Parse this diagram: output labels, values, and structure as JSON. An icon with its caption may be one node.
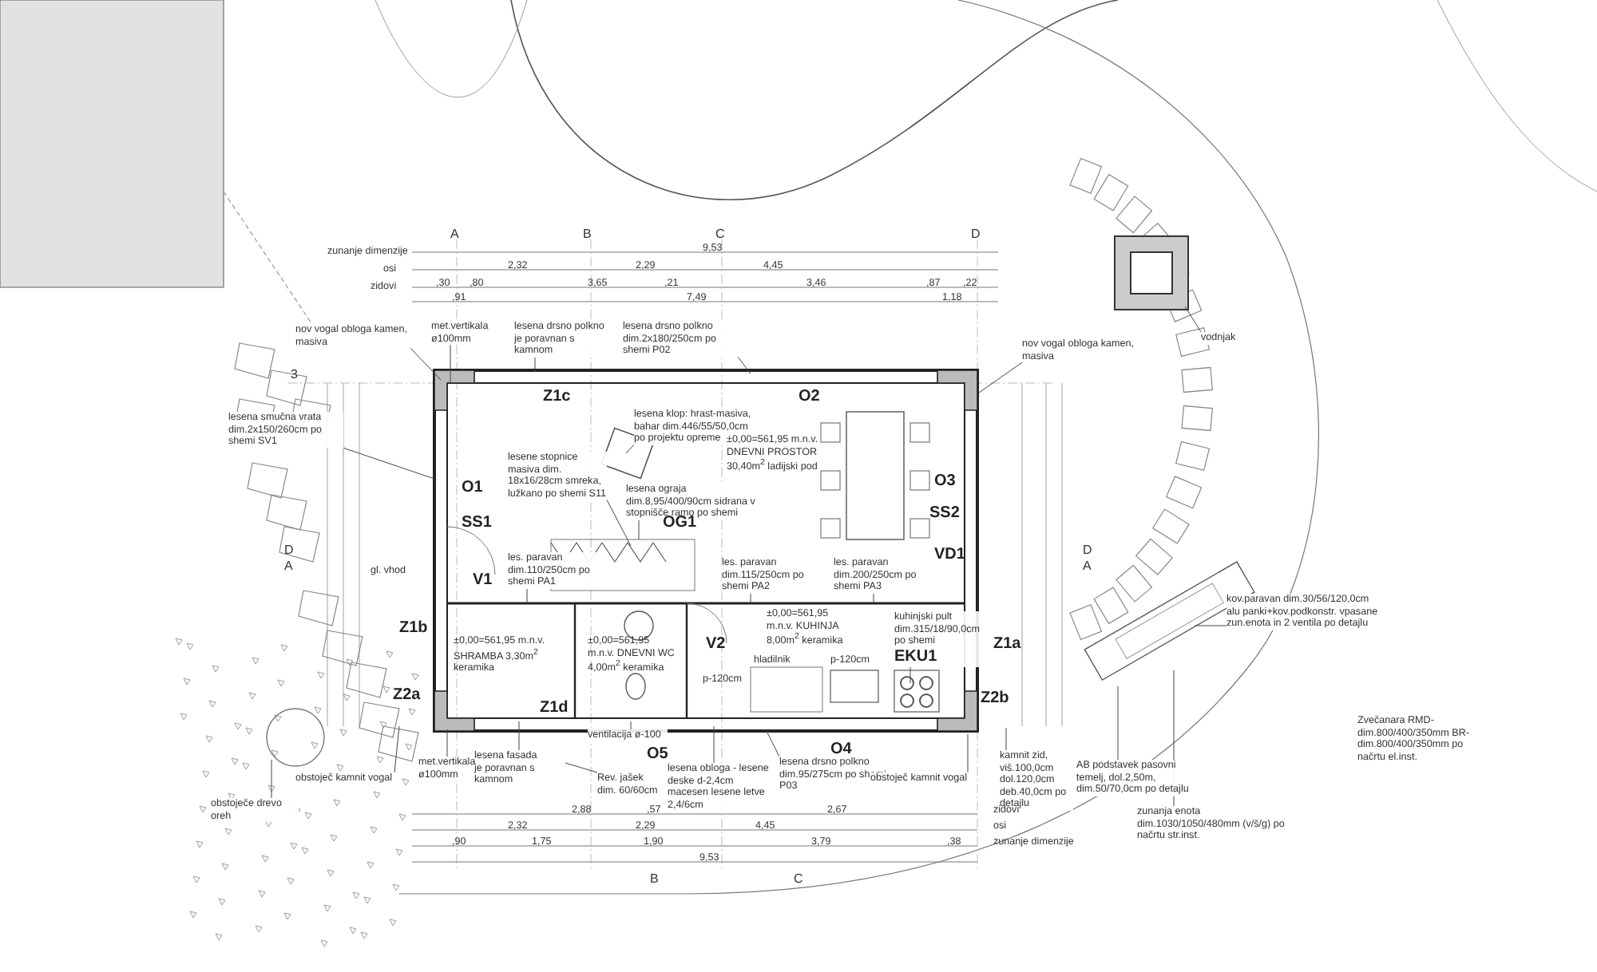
{
  "diagram": {
    "nodes": [
      {
        "text": [
          "nov vogal obloga kamen, masiva"
        ]
      },
      {
        "text": [
          "met.vertikala ø100mm"
        ]
      },
      {
        "text": [
          "lesena drsno polkno je poravnan s kamnom"
        ]
      },
      {
        "text": [
          "lesena drsno polkno dim.2x180/250cm po shemi P02"
        ]
      },
      {
        "text": [
          "nov vogal obloga kamen, masiva"
        ]
      },
      {
        "text": [
          "vodnjak"
        ]
      },
      {
        "text": [
          "lesena smučna vrata dim.2x150/260cm po shemi SV1"
        ]
      },
      {
        "text": [
          "lesene stopnice masiva dim. 18x16/28cm smreka, lužkano po shemi S11"
        ]
      },
      {
        "text": [
          "lesena klop: hrast-masiva, bahar dim.446/55/50,0cm po projektu opreme"
        ]
      },
      {
        "text": [
          "lesena ograja dim.8,95/400/90cm sidrana v stopnišče ramo po shemi"
        ]
      },
      {
        "text": [
          "les. paravan dim.110/250cm po shemi PA1"
        ]
      },
      {
        "text": [
          "les. paravan dim.115/250cm po shemi PA2"
        ]
      },
      {
        "text": [
          "les. paravan dim.200/250cm po shemi PA3"
        ]
      },
      {
        "text": [
          "kuhinjski pult dim.315/18/90,0cm po shemi",
          "EKU1"
        ]
      },
      {
        "text": [
          "lesena fasada je poravnan s kamnom"
        ]
      },
      {
        "text": [
          "met.vertikala ø100mm"
        ]
      },
      {
        "text": [
          "obstoječ kamnit vogal"
        ]
      },
      {
        "text": [
          "obstoječe drevo oreh"
        ]
      },
      {
        "text": [
          "ventilacija ø-100"
        ]
      },
      {
        "text": [
          "Rev. jašek dim. 60/60cm"
        ]
      },
      {
        "text": [
          "lesena obloga - lesene deske d-2,4cm macesen lesene letve 2,4/6cm"
        ]
      },
      {
        "text": [
          "lesena drsno polkno dim.95/275cm po shemi P03"
        ]
      },
      {
        "text": [
          "obstoječ kamnit vogal"
        ]
      },
      {
        "text": [
          "kamnit zid, viš.100,0cm dol.120,0cm deb.40,0cm po detajlu"
        ]
      },
      {
        "text": [
          "AB podstavek pasovni temelj, dol.2,50m, dim.50/70,0cm po detajlu"
        ]
      },
      {
        "text": [
          "zunanja enota dim.1030/1050/480mm (v/š/g) po načrtu str.inst."
        ]
      },
      {
        "text": [
          "kov.paravan dim.30/56/120,0cm alu panki+kov.podkonstr. vpasane zun.enota in 2 ventila po detajlu"
        ]
      }
    ],
    "edges": [
      {
        "from": 0,
        "to": null,
        "arrow": "none"
      },
      {
        "from": 1,
        "to": null,
        "arrow": "none"
      },
      {
        "from": 2,
        "to": null,
        "arrow": "none"
      },
      {
        "from": 3,
        "to": null,
        "arrow": "none"
      },
      {
        "from": 4,
        "to": null,
        "arrow": "none"
      },
      {
        "from": 5,
        "to": null,
        "arrow": "none"
      },
      {
        "from": 6,
        "to": null,
        "arrow": "none"
      },
      {
        "from": 7,
        "to": null,
        "arrow": "none"
      },
      {
        "from": 8,
        "to": null,
        "arrow": "none"
      },
      {
        "from": 9,
        "to": null,
        "arrow": "none"
      },
      {
        "from": 10,
        "to": null,
        "arrow": "none"
      },
      {
        "from": 11,
        "to": null,
        "arrow": "none"
      },
      {
        "from": 12,
        "to": null,
        "arrow": "none"
      },
      {
        "from": 13,
        "to": null,
        "arrow": "none"
      },
      {
        "from": 14,
        "to": null,
        "arrow": "none"
      },
      {
        "from": 15,
        "to": null,
        "arrow": "none"
      },
      {
        "from": 16,
        "to": null,
        "arrow": "none"
      },
      {
        "from": 17,
        "to": null,
        "arrow": "none"
      },
      {
        "from": 18,
        "to": null,
        "arrow": "none"
      },
      {
        "from": 19,
        "to": null,
        "arrow": "none"
      },
      {
        "from": 20,
        "to": null,
        "arrow": "none"
      },
      {
        "from": 21,
        "to": null,
        "arrow": "none"
      },
      {
        "from": 22,
        "to": null,
        "arrow": "none"
      },
      {
        "from": 23,
        "to": null,
        "arrow": "none"
      },
      {
        "from": 24,
        "to": null,
        "arrow": "none"
      },
      {
        "from": 25,
        "to": null,
        "arrow": "none"
      },
      {
        "from": 26,
        "to": null,
        "arrow": "none"
      }
    ],
    "labels": [
      "A",
      "B",
      "C",
      "D",
      "zunanje dimenzije",
      "osi",
      "zidovi",
      "9,53",
      "2,32",
      "2,29",
      "4,45",
      ",30",
      ",80",
      "3,65",
      ",21",
      "3,46",
      ",87",
      ",22",
      ",91",
      "7,49",
      "1,18",
      "3",
      "Z1c",
      "O2",
      "±0,00=561,95 m.n.v. DNEVNI PROSTOR 30,40m$^{2}$ ladijski pod",
      "O1",
      "SS1",
      "OG1",
      "O3",
      "SS2",
      "VD1",
      "V1",
      "gl. vhod",
      "D",
      "A",
      "D",
      "A",
      "Z1b",
      "Z2a",
      "Z1d",
      "±0,00=561,95 m.n.v. SHRAMBA 3,30m$^{2}$ keramika",
      "±0,00=561,95 m.n.v. DNEVNI WC 4,00m$^{2}$ keramika",
      "V2",
      "hladilnik",
      "p-120cm",
      "p-120cm",
      "±0,00=561,95 m.n.v. KUHINJA 8,00m$^{2}$ keramika",
      "O5",
      "O4",
      "Z1a",
      "Z2b",
      "2,88",
      ",57",
      "2,67",
      "2,32",
      "2,29",
      "4,45",
      ",90",
      "1,75",
      "1,90",
      "3,79",
      ",38",
      "9,53",
      "zidovi",
      "osi",
      "zunanje dimenzije",
      "B",
      "C",
      "Zvečanara RMD-dim.800/400/350mm BR-dim.800/400/350mm po načrtu el.inst."
    ]
  }
}
